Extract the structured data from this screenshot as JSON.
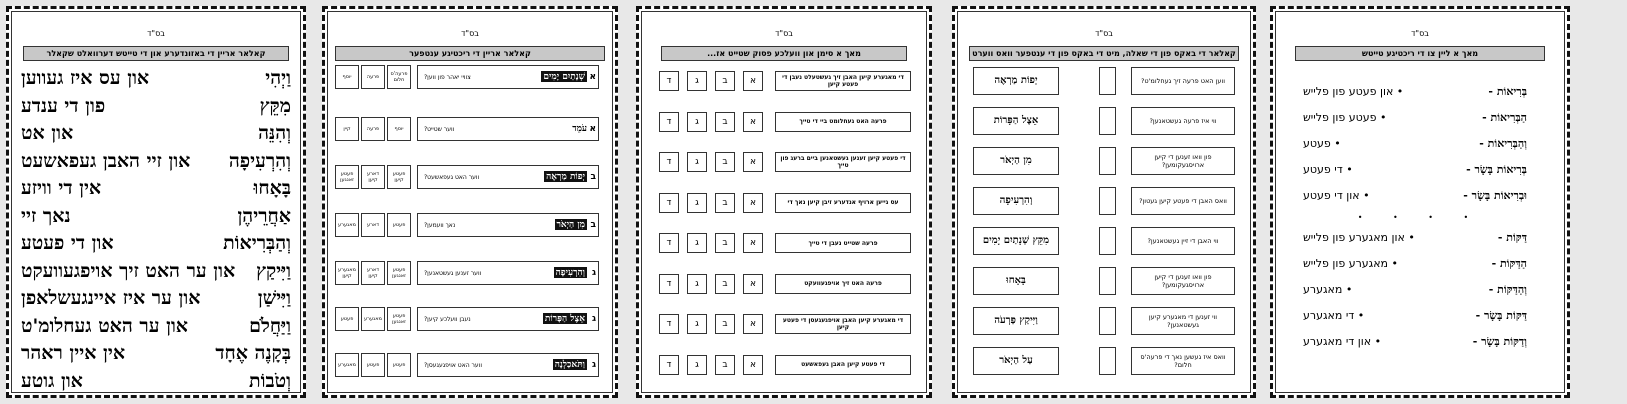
{
  "pages": [
    {
      "bsd": "בס\"ד",
      "header": "קאלאר אריין די באזונדערע און די טייטש דערוואלט שקאלר",
      "rows": [
        {
          "heb": "וַיְהִי",
          "yid": "און עס איז געווען"
        },
        {
          "heb": "מִקֵּץ",
          "yid": "פון די ענדע"
        },
        {
          "heb": "וְהִנֵּה",
          "yid": "און אט"
        },
        {
          "heb": "וְהִרְעִיפָה",
          "yid": "און זיי האבן געפאשעט"
        },
        {
          "heb": "בָּאָחוּ",
          "yid": "אין די וויזע"
        },
        {
          "heb": "אַחֲרֵיהֶן",
          "yid": "נאך זיי"
        },
        {
          "heb": "וְהַבְּרִיאוֹת",
          "yid": "און די פעטע"
        },
        {
          "heb": "וַיִּיקַץ",
          "yid": "און ער האט זיך אויפגעוועקט"
        },
        {
          "heb": "וַיִּישַׁן",
          "yid": "און ער איז איינגעשלאפן"
        },
        {
          "heb": "וַיַּחֲלֹם",
          "yid": "און ער האט געחלומ'ט"
        },
        {
          "heb": "בְּקָנֶה אֶחָד",
          "yid": "אין איין ראהר"
        },
        {
          "heb": "וְטֹבוֹת",
          "yid": "און גוטע"
        }
      ]
    },
    {
      "bsd": "בס\"ד",
      "header": "קאלאר אריין די ריכטיגע ענטפער",
      "rows": [
        {
          "letter": "א",
          "term": "שְׁנָתַיִם יָמִים",
          "q": "צוויי יאהר פון ווען?",
          "dark": true,
          "opts": [
            "פרעה'ס חלום",
            "פרעה",
            "יוסף"
          ]
        },
        {
          "letter": "א",
          "term": "עֹמֵד",
          "q": "ווער שטייט?",
          "dark": false,
          "opts": [
            "יוסף",
            "פרעה",
            "קיין"
          ]
        },
        {
          "letter": "ב",
          "term": "יְפוֹת מַרְאֶה",
          "q": "ווער האט געפאשעט?",
          "dark": true,
          "opts": [
            "פעטע קיען",
            "דארע קיען",
            "פעטע זאנגען"
          ]
        },
        {
          "letter": "ב",
          "term": "מִן הַיְאֹר",
          "q": "נאך וועמען?",
          "dark": true,
          "opts": [
            "פעטע",
            "דארע",
            "מאגערע"
          ]
        },
        {
          "letter": "ג",
          "term": "וְהִרְעִיפָה",
          "q": "ווער זענען געשטאנען?",
          "dark": true,
          "opts": [
            "פעטע זאנגען",
            "דארע קיען",
            "מאגערע קיען"
          ]
        },
        {
          "letter": "ג",
          "term": "אֵצֶל הַפָּרוֹת",
          "q": "נעבן וועלכע קיען?",
          "dark": true,
          "opts": [
            "פעטע זאנגען",
            "מאגערע",
            "פעטע"
          ]
        },
        {
          "letter": "ג",
          "term": "וַתֹּאכַלְנָה",
          "q": "ווער האט אויפגעגעסן?",
          "dark": true,
          "opts": [
            "פעטע",
            "פעטע",
            "מאגערע"
          ]
        }
      ]
    },
    {
      "bsd": "בס\"ד",
      "header": "מאך א סימן און וועלכע פסוק שטייט אז...",
      "options": [
        "א",
        "ב",
        "ג",
        "ד"
      ],
      "rows": [
        "די מאגערע קיען האבן זיך געשטעלט נעבן די פעטע קיען",
        "פרעה האט געחלומט ביי די טייך",
        "די פעטע קיען זענען געשטאנען ביים ברעג פון טייך",
        "עס גייען ארויף אנדערע זיבן קיען נאך די",
        "פרעה שטייט נעבן די טייך",
        "פרעה האט זיך אויפגעוועקט",
        "די מאגערע קיען האבן אויפגעגעסן די פעטע קיען",
        "די פעטע קיען האבן געפאשעט"
      ]
    },
    {
      "bsd": "בס\"ד",
      "header": "קאלאר די באקס פון די שאלה, מיט די באקס פון די ענטפער וואס ווערט",
      "rows": [
        {
          "q": "ווען האט פרעה זיך געחלומ'ט?",
          "a": "יְפוֹת מַרְאֶה"
        },
        {
          "q": "ווי איז פרעה געשטאנען?",
          "a": "אֵצֶל הַפָּרוֹת"
        },
        {
          "q": "פון וואו זענען די קיען ארויסגעקומען?",
          "a": "מִן הַיְאֹר"
        },
        {
          "q": "וואס האבן די פעטע קיען געטון?",
          "a": "וְהִרְעִיפָה"
        },
        {
          "q": "ווי האבן די זיין געשטאנען?",
          "a": "מִקֵּץ שְׁנָתַיִם יָמִים"
        },
        {
          "q": "פון וואו זענען די קיען ארויסגעקומען?",
          "a": "בָּאָחוּ"
        },
        {
          "q": "ווי זענען די מאגערע קיען געשטאנען?",
          "a": "וַיִּיקַץ פַּרְעֹה"
        },
        {
          "q": "וואס איז געשען נאך די פרעה'ס חלום?",
          "a": "עַל הַיְאֹר"
        }
      ]
    },
    {
      "bsd": "בס\"ד",
      "header": "מאך א ליין צו די ריכטיגע טייטש",
      "stars": "• • • •",
      "rows": [
        {
          "heb": "בְּרִיאוֹת -",
          "yid": "• און פעטע פון פלייש"
        },
        {
          "heb": "הַבְּרִיאוֹת -",
          "yid": "• פעטע פון פלייש"
        },
        {
          "heb": "וְהַבְּרִיאוֹת -",
          "yid": "• פעטע"
        },
        {
          "heb": "בְּרִיאוֹת בָּשָׂר -",
          "yid": "• די פעטע"
        },
        {
          "heb": "וּבְרִיאוֹת בָּשָׂר -",
          "yid": "• און די פעטע"
        },
        {
          "heb": "דַּקּוֹת -",
          "yid": "• און מאגערע פון פלייש"
        },
        {
          "heb": "הַדַּקּוֹת -",
          "yid": "• מאגערע פון פלייש"
        },
        {
          "heb": "וְהַדַּקּוֹת -",
          "yid": "• מאגערע"
        },
        {
          "heb": "דַּקּוֹת בָּשָׂר -",
          "yid": "• די מאגערע"
        },
        {
          "heb": "וְדַקּוֹת בָּשָׂר -",
          "yid": "• און די מאגערע"
        }
      ]
    }
  ]
}
